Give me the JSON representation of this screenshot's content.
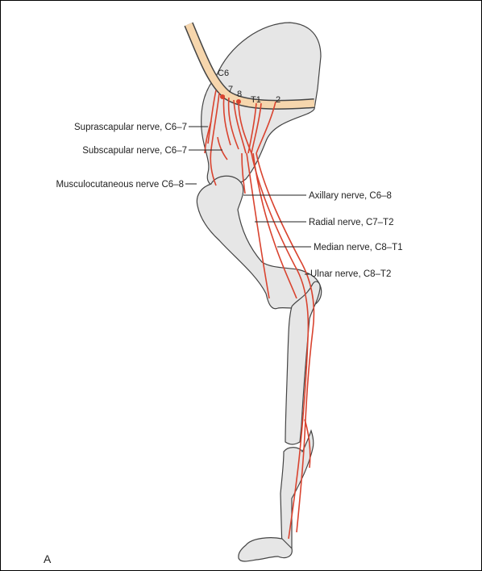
{
  "diagram": {
    "spinal_segments": [
      "C6",
      "7",
      "8",
      "T1",
      "2"
    ],
    "nerves_left": [
      "Suprascapular nerve, C6–7",
      "Subscapular nerve, C6–7",
      "Musculocutaneous nerve C6–8"
    ],
    "nerves_right": [
      "Axillary nerve, C6–8",
      "Radial nerve, C7–T2",
      "Median nerve, C8–T1",
      "Ulnar nerve, C8–T2"
    ],
    "panel_label": "A",
    "colors": {
      "bone_fill": "#e6e6e6",
      "bone_stroke": "#444444",
      "nerve": "#d9432f",
      "spinal_cord": "#f6d6ad"
    }
  }
}
